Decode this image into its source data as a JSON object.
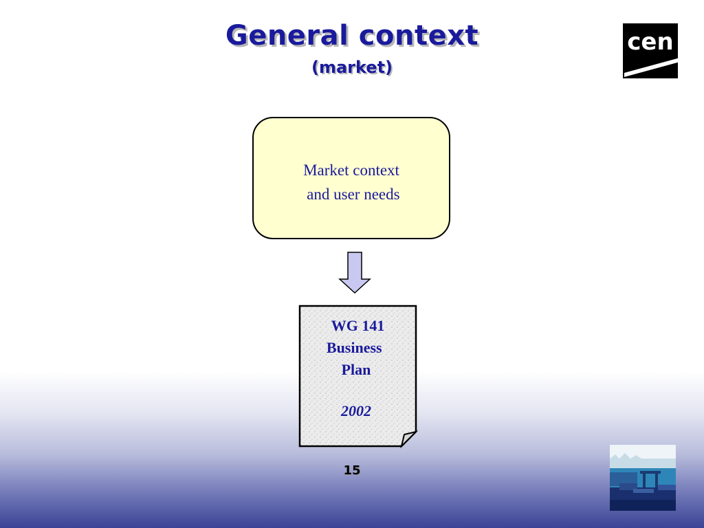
{
  "slide": {
    "title": "General context",
    "subtitle": "(market)",
    "page_number": "15"
  },
  "logo": {
    "text": "cen",
    "icon": "cen-logo"
  },
  "flow": {
    "market_box": {
      "line1": "Market context",
      "line2": " and user needs"
    },
    "arrow_icon": "down-arrow-icon",
    "document": {
      "line1": " WG 141",
      "line2": "Business ",
      "line3": "Plan",
      "year": "2002"
    }
  },
  "thumbnail_icon": "harbour-thumbnail-image",
  "colors": {
    "title": "#1a1a9c",
    "box_fill": "#ffffd0",
    "arrow_fill": "#c8c8f0",
    "document_fill": "#ececec"
  }
}
